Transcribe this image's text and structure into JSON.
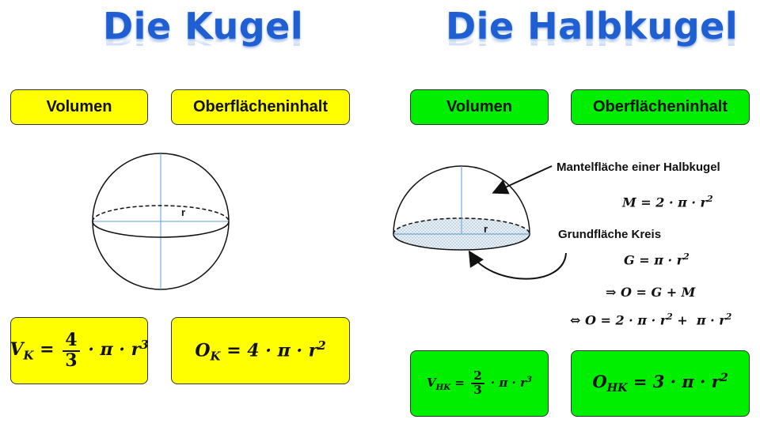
{
  "left": {
    "title": "Die Kugel",
    "buttons": {
      "volume": "Volumen",
      "surface": "Oberflächeninhalt"
    },
    "sphere_label": "r",
    "volume_formula": {
      "symbol": "V",
      "sub": "K",
      "equals": "=",
      "frac_num": "4",
      "frac_den": "3",
      "rest_a": "· π · r",
      "exp": "3"
    },
    "surface_formula": {
      "symbol": "O",
      "sub": "K",
      "rest_a": "= 4 · π · r",
      "exp": "2"
    }
  },
  "right": {
    "title": "Die Halbkugel",
    "buttons": {
      "volume": "Volumen",
      "surface": "Oberflächeninhalt"
    },
    "hemisphere_label": "r",
    "mantle_label": "Mantelfläche einer Halbkugel",
    "mantle_eq": {
      "a": "M = 2 · π · r",
      "exp": "2"
    },
    "base_label": "Grundfläche Kreis",
    "base_eq": {
      "a": "G = π · r",
      "exp": "2"
    },
    "sum_eq": "⇒ O = G + M",
    "expanded_eq": {
      "a": "⇔ O = 2 · π · r",
      "exp1": "2",
      "b": " +  π · r",
      "exp2": "2"
    },
    "volume_formula": {
      "symbol": "V",
      "sub": "HK",
      "equals": "=",
      "frac_num": "2",
      "frac_den": "3",
      "rest_a": "· π · r",
      "exp": "3"
    },
    "surface_formula": {
      "symbol": "O",
      "sub": "HK",
      "rest_a": "= 3 · π · r",
      "exp": "2"
    }
  },
  "colors": {
    "title": "#1f5fd1",
    "left_boxes": "#ffff00",
    "right_boxes": "#00ee00"
  }
}
